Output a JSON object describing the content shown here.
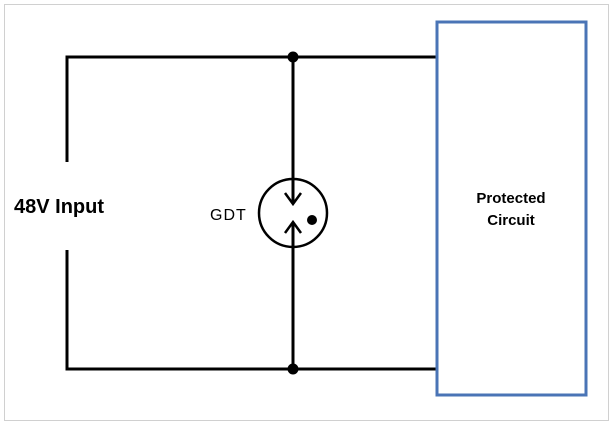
{
  "diagram": {
    "input_label": "48V Input",
    "component_label": "GDT",
    "load_label_line1": "Protected",
    "load_label_line2": "Circuit",
    "colors": {
      "wire": "#000000",
      "load_box": "#4a74b6",
      "frame": "#d0d0d0"
    }
  }
}
